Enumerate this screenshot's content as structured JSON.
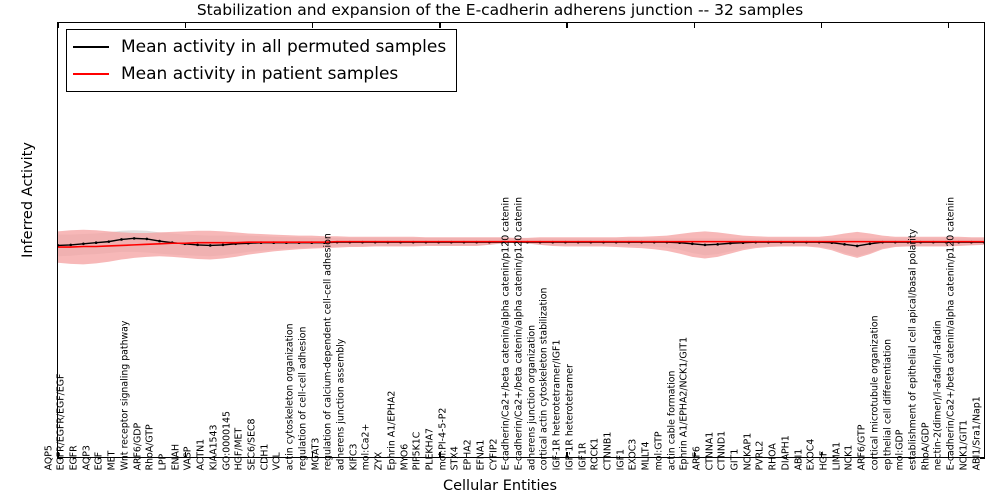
{
  "chart_data": {
    "type": "line",
    "title": "Stabilization and expansion of the E-cadherin adherens junction -- 32 samples",
    "xlabel": "Cellular Entities",
    "ylabel": "Inferred Activity",
    "ylim": [
      -4,
      4
    ],
    "yticks": [
      -4,
      -3,
      -2,
      -1,
      0,
      1,
      2,
      3,
      4
    ],
    "grid": false,
    "legend_position": "upper left",
    "legend": [
      {
        "label": "Mean activity in all permuted samples",
        "color": "#000000"
      },
      {
        "label": "Mean activity in patient samples",
        "color": "#ff0000"
      }
    ],
    "categories": [
      "AQP5",
      "EGFR/EGFR/EGF/EGF",
      "EGFR",
      "AQP3",
      "EGF",
      "MET",
      "Wnt receptor signaling pathway",
      "ARF6/GDP",
      "RhoA/GTP",
      "LPP",
      "ENAH",
      "VASP",
      "ACTN1",
      "KIAA1543",
      "GO:0000145",
      "HGF/MET",
      "SEC6/SEC8",
      "CDH1",
      "VCL",
      "actin cytoskeleton organization",
      "regulation of cell-cell adhesion",
      "MGAT3",
      "regulation of calcium-dependent cell-cell adhesion",
      "adherens junction assembly",
      "KIFC3",
      "mol:Ca2+",
      "ZYX",
      "Ephrin A1/EPHA2",
      "MYO6",
      "PIP5K1C",
      "PLEKHA7",
      "mol:PI-4-5-P2",
      "STX4",
      "EPHA2",
      "EFNA1",
      "CYFIP2",
      "E-cadherin/Ca2+/beta catenin/alpha catenin/p120 catenin",
      "E-cadherin/Ca2+/beta catenin/alpha catenin/p120 catenin",
      "adherens junction organization",
      "cortical actin cytoskeleton stabilization",
      "IGF-1R heterotetramer/IGF1",
      "IGF-1R heterotetramer",
      "IGF1R",
      "ROCK1",
      "CTNNB1",
      "IGF1",
      "EXOC3",
      "MLLT4",
      "mol:GTP",
      "actin cable formation",
      "Ephrin A1/EPHA2/NCK1/GIT1",
      "ARF6",
      "CTNNA1",
      "CTNND1",
      "GIT1",
      "NCKAP1",
      "PVRL2",
      "RHOA",
      "DIAPH1",
      "ABI1",
      "EXOC4",
      "HGF",
      "LIMA1",
      "NCK1",
      "ARF6/GTP",
      "cortical microtubule organization",
      "epithelial cell differentiation",
      "mol:GDP",
      "establishment of epithelial cell apical/basal polarity",
      "RhoA/GDP",
      "nectin-2(dimer)/l-afadin/l-afadin",
      "E-cadherin/Ca2+/beta catenin/alpha catenin/p120 catenin",
      "NCK1/GIT1",
      "ABI1/Sra1/Nap1"
    ],
    "series": [
      {
        "name": "Mean activity in all permuted samples",
        "color": "#000000",
        "band_color": "#c8c8c8",
        "values": [
          -0.1,
          -0.09,
          -0.07,
          -0.05,
          -0.03,
          0.01,
          0.03,
          0.02,
          -0.02,
          -0.05,
          -0.07,
          -0.09,
          -0.1,
          -0.09,
          -0.07,
          -0.06,
          -0.05,
          -0.05,
          -0.05,
          -0.05,
          -0.05,
          -0.05,
          -0.04,
          -0.04,
          -0.04,
          -0.04,
          -0.04,
          -0.04,
          -0.04,
          -0.04,
          -0.04,
          -0.04,
          -0.04,
          -0.04,
          -0.04,
          -0.04,
          -0.04,
          -0.04,
          -0.04,
          -0.04,
          -0.04,
          -0.04,
          -0.04,
          -0.04,
          -0.04,
          -0.04,
          -0.04,
          -0.04,
          -0.04,
          -0.05,
          -0.07,
          -0.09,
          -0.08,
          -0.06,
          -0.05,
          -0.04,
          -0.04,
          -0.04,
          -0.04,
          -0.04,
          -0.04,
          -0.05,
          -0.08,
          -0.11,
          -0.07,
          -0.04,
          -0.04,
          -0.04,
          -0.04,
          -0.04,
          -0.04,
          -0.04,
          -0.04,
          -0.04
        ],
        "band_lower": [
          -0.3,
          -0.29,
          -0.27,
          -0.26,
          -0.24,
          -0.22,
          -0.22,
          -0.23,
          -0.25,
          -0.27,
          -0.28,
          -0.29,
          -0.3,
          -0.28,
          -0.25,
          -0.22,
          -0.2,
          -0.18,
          -0.16,
          -0.15,
          -0.14,
          -0.13,
          -0.12,
          -0.12,
          -0.11,
          -0.11,
          -0.11,
          -0.11,
          -0.11,
          -0.1,
          -0.1,
          -0.1,
          -0.1,
          -0.1,
          -0.09,
          -0.07,
          -0.05,
          -0.07,
          -0.09,
          -0.1,
          -0.1,
          -0.1,
          -0.1,
          -0.1,
          -0.1,
          -0.11,
          -0.11,
          -0.12,
          -0.14,
          -0.18,
          -0.24,
          -0.28,
          -0.26,
          -0.21,
          -0.16,
          -0.13,
          -0.12,
          -0.11,
          -0.11,
          -0.11,
          -0.12,
          -0.16,
          -0.24,
          -0.3,
          -0.24,
          -0.15,
          -0.12,
          -0.11,
          -0.11,
          -0.11,
          -0.11,
          -0.1,
          -0.09,
          -0.08
        ],
        "band_upper": [
          0.1,
          0.1,
          0.11,
          0.12,
          0.14,
          0.17,
          0.18,
          0.17,
          0.14,
          0.12,
          0.1,
          0.09,
          0.08,
          0.08,
          0.08,
          0.08,
          0.07,
          0.06,
          0.05,
          0.05,
          0.04,
          0.04,
          0.04,
          0.04,
          0.04,
          0.04,
          0.04,
          0.04,
          0.04,
          0.04,
          0.04,
          0.04,
          0.04,
          0.04,
          0.04,
          0.04,
          0.03,
          0.03,
          0.03,
          0.03,
          0.03,
          0.03,
          0.03,
          0.03,
          0.03,
          0.03,
          0.03,
          0.03,
          0.03,
          0.03,
          0.03,
          0.03,
          0.03,
          0.03,
          0.03,
          0.03,
          0.03,
          0.03,
          0.03,
          0.03,
          0.03,
          0.03,
          0.03,
          0.03,
          0.03,
          0.03,
          0.03,
          0.03,
          0.03,
          0.03,
          0.03,
          0.03,
          0.03,
          0.03
        ]
      },
      {
        "name": "Mean activity in patient samples",
        "color": "#ff0000",
        "band_color": "#f4a0a0",
        "values": [
          -0.13,
          -0.13,
          -0.12,
          -0.12,
          -0.11,
          -0.1,
          -0.09,
          -0.08,
          -0.07,
          -0.06,
          -0.06,
          -0.05,
          -0.05,
          -0.05,
          -0.05,
          -0.04,
          -0.04,
          -0.04,
          -0.04,
          -0.04,
          -0.04,
          -0.04,
          -0.03,
          -0.03,
          -0.03,
          -0.03,
          -0.03,
          -0.03,
          -0.03,
          -0.03,
          -0.03,
          -0.03,
          -0.03,
          -0.03,
          -0.03,
          -0.03,
          -0.03,
          -0.03,
          -0.03,
          -0.03,
          -0.03,
          -0.03,
          -0.03,
          -0.03,
          -0.03,
          -0.03,
          -0.03,
          -0.03,
          -0.03,
          -0.03,
          -0.03,
          -0.03,
          -0.03,
          -0.03,
          -0.03,
          -0.03,
          -0.03,
          -0.03,
          -0.03,
          -0.03,
          -0.03,
          -0.03,
          -0.03,
          -0.03,
          -0.03,
          -0.03,
          -0.03,
          -0.03,
          -0.03,
          -0.03,
          -0.03,
          -0.03,
          -0.03,
          -0.03
        ],
        "band_lower": [
          -0.42,
          -0.44,
          -0.45,
          -0.43,
          -0.4,
          -0.36,
          -0.33,
          -0.31,
          -0.3,
          -0.31,
          -0.33,
          -0.35,
          -0.36,
          -0.34,
          -0.31,
          -0.27,
          -0.24,
          -0.21,
          -0.19,
          -0.17,
          -0.16,
          -0.15,
          -0.14,
          -0.13,
          -0.13,
          -0.12,
          -0.12,
          -0.12,
          -0.12,
          -0.11,
          -0.11,
          -0.11,
          -0.11,
          -0.11,
          -0.09,
          -0.06,
          -0.04,
          -0.06,
          -0.09,
          -0.11,
          -0.12,
          -0.12,
          -0.12,
          -0.12,
          -0.13,
          -0.14,
          -0.15,
          -0.17,
          -0.2,
          -0.25,
          -0.31,
          -0.34,
          -0.31,
          -0.25,
          -0.19,
          -0.15,
          -0.13,
          -0.12,
          -0.12,
          -0.12,
          -0.14,
          -0.19,
          -0.27,
          -0.33,
          -0.26,
          -0.17,
          -0.13,
          -0.12,
          -0.12,
          -0.12,
          -0.12,
          -0.11,
          -0.1,
          -0.09
        ],
        "band_upper": [
          0.16,
          0.18,
          0.19,
          0.18,
          0.16,
          0.14,
          0.13,
          0.13,
          0.14,
          0.15,
          0.16,
          0.17,
          0.17,
          0.16,
          0.14,
          0.12,
          0.11,
          0.1,
          0.09,
          0.08,
          0.08,
          0.07,
          0.07,
          0.06,
          0.06,
          0.06,
          0.06,
          0.06,
          0.06,
          0.05,
          0.05,
          0.05,
          0.05,
          0.05,
          0.05,
          0.05,
          0.04,
          0.04,
          0.05,
          0.05,
          0.05,
          0.05,
          0.05,
          0.05,
          0.05,
          0.06,
          0.06,
          0.07,
          0.08,
          0.11,
          0.14,
          0.16,
          0.14,
          0.11,
          0.08,
          0.07,
          0.06,
          0.06,
          0.06,
          0.06,
          0.06,
          0.08,
          0.12,
          0.15,
          0.12,
          0.08,
          0.06,
          0.06,
          0.06,
          0.06,
          0.06,
          0.06,
          0.05,
          0.05
        ]
      }
    ]
  }
}
